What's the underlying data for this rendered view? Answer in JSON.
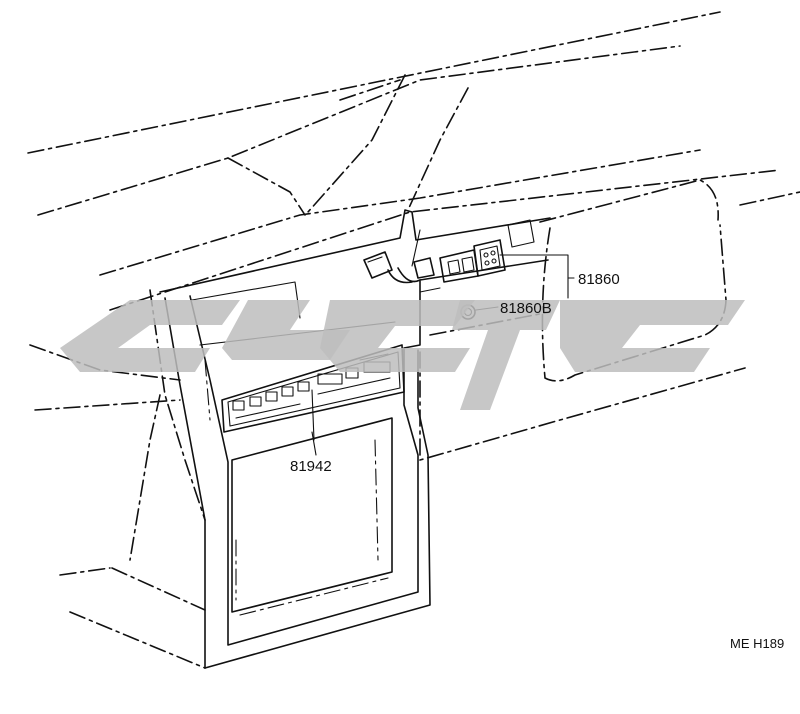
{
  "parts": {
    "switch_assembly": "81860",
    "bulb": "81860B",
    "ac_control": "81942"
  },
  "drawing_code": "ME H189",
  "colors": {
    "line": "#111111",
    "watermark": "#bdbdbd"
  }
}
